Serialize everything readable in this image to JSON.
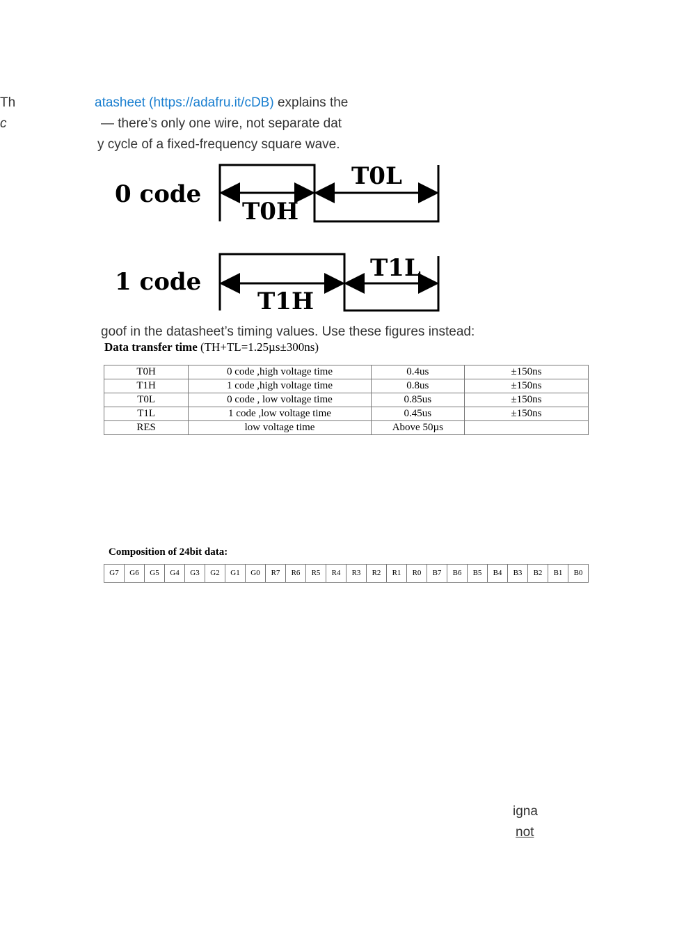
{
  "text": {
    "line1_left": "Th",
    "line1_link": "atasheet (https://adafru.it/cDB)",
    "line1_rest": " explains the",
    "line2_left": "c",
    "line2": "— there’s only one wire, not separate dat",
    "line3": "y cycle of a fixed-frequency square wave.",
    "after_diagram": "goof in the datasheet’s timing values. Use these figures instead:",
    "bottom1": "igna",
    "bottom2": "not"
  },
  "waveform": {
    "code0": "0 code",
    "t0h": "T0H",
    "t0l": "T0L",
    "code1": "1 code",
    "t1h": "T1H",
    "t1l": "T1L"
  },
  "timing": {
    "title_bold": "Data transfer time",
    "title_rest": " (TH+TL=1.25µs±300ns)",
    "rows": [
      [
        "T0H",
        "0 code ,high voltage time",
        "0.4us",
        "±150ns"
      ],
      [
        "T1H",
        "1 code ,high voltage time",
        "0.8us",
        "±150ns"
      ],
      [
        "T0L",
        "0 code , low voltage time",
        "0.85us",
        "±150ns"
      ],
      [
        "T1L",
        "1 code ,low voltage time",
        "0.45us",
        "±150ns"
      ],
      [
        "RES",
        "low voltage time",
        "Above 50µs",
        ""
      ]
    ]
  },
  "composition": {
    "title": "Composition of 24bit data:",
    "bits": [
      "G7",
      "G6",
      "G5",
      "G4",
      "G3",
      "G2",
      "G1",
      "G0",
      "R7",
      "R6",
      "R5",
      "R4",
      "R3",
      "R2",
      "R1",
      "R0",
      "B7",
      "B6",
      "B5",
      "B4",
      "B3",
      "B2",
      "B1",
      "B0"
    ]
  }
}
